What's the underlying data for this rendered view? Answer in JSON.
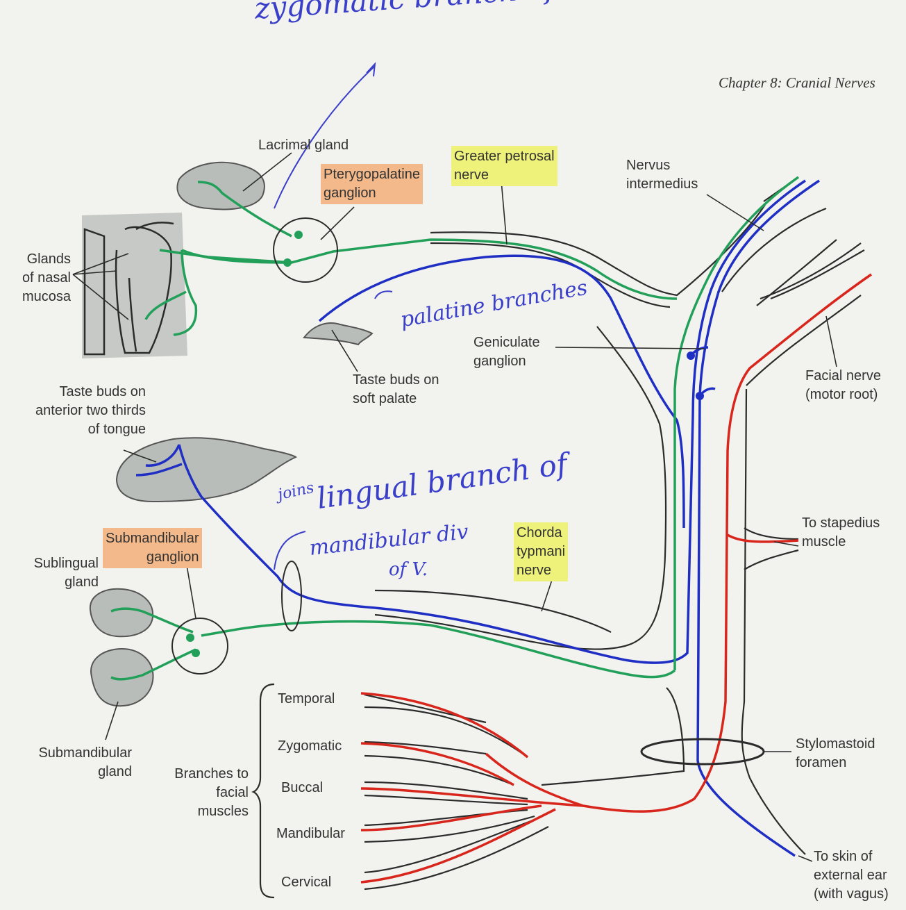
{
  "header": {
    "chapter": "Chapter 8: Cranial Nerves"
  },
  "handwritten": {
    "zygomatic_note": "zygomatic branch of maxillary div. of V",
    "palatine_note": "palatine branches",
    "joins_note": "joins",
    "lingual_note": "lingual branch of",
    "mandibular_note": "mandibular div",
    "of_v_note": "of V."
  },
  "labels": {
    "lacrimal_gland": "Lacrimal gland",
    "pterygopalatine_ganglion": "Pterygopalatine\nganglion",
    "greater_petrosal_nerve": "Greater petrosal\nnerve",
    "nervus_intermedius": "Nervus\nintermedius",
    "glands_nasal_mucosa": "Glands\nof nasal\nmucosa",
    "taste_buds_soft_palate": "Taste buds on\nsoft palate",
    "geniculate_ganglion": "Geniculate\nganglion",
    "facial_nerve_motor_root": "Facial nerve\n(motor root)",
    "taste_buds_tongue": "Taste buds on\nanterior two thirds\nof tongue",
    "submandibular_ganglion": "Submandibular\nganglion",
    "sublingual_gland": "Sublingual\ngland",
    "chorda_tympani_nerve": "Chorda\ntypmani\nnerve",
    "to_stapedius_muscle": "To stapedius\nmuscle",
    "submandibular_gland": "Submandibular\ngland",
    "branches_to_facial_muscles": "Branches to\nfacial\nmuscles",
    "stylomastoid_foramen": "Stylomastoid\nforamen",
    "to_skin_external_ear": "To skin of\nexternal ear\n(with vagus)"
  },
  "facial_branches": [
    "Temporal",
    "Zygomatic",
    "Buccal",
    "Mandibular",
    "Cervical"
  ],
  "colors": {
    "motor": "#d8261c",
    "parasympathetic": "#22a05a",
    "sensory": "#1f2fc4",
    "outline": "#2b2b2b",
    "gland": "#b9bdb9",
    "highlight_yellow": "#eef27a",
    "highlight_orange": "#f3b98a",
    "ink": "#3a3fc9"
  }
}
